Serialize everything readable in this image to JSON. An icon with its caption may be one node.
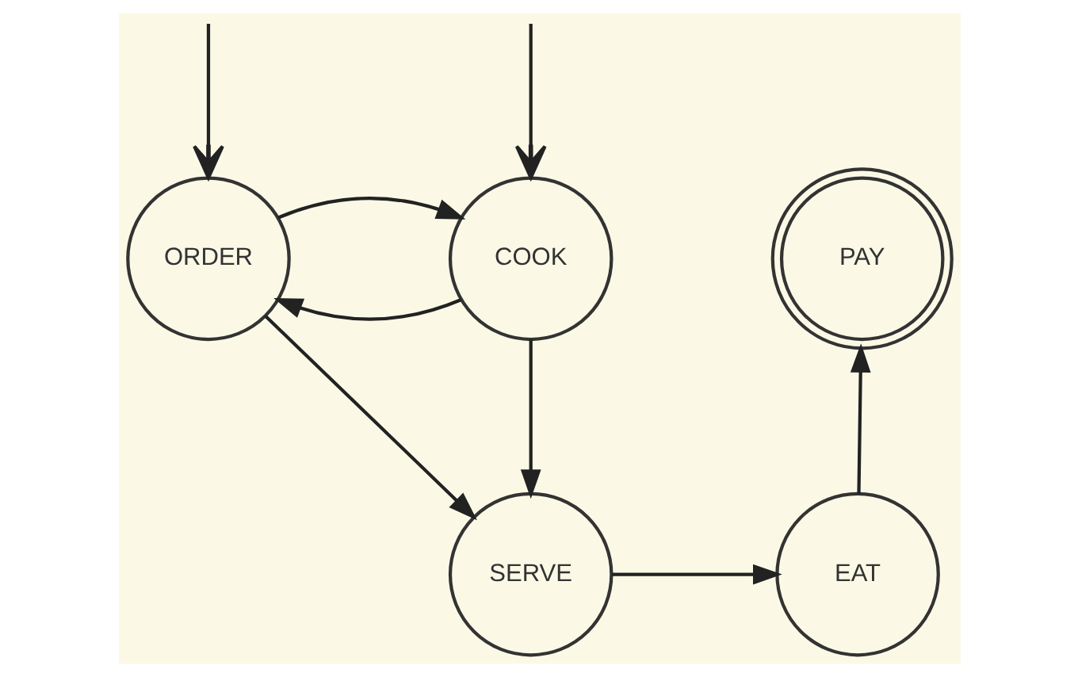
{
  "diagram": {
    "nodes": [
      {
        "text": [
          "COOK"
        ]
      },
      {
        "text": [
          "ORDER"
        ]
      },
      {
        "text": [
          "PAY"
        ]
      },
      {
        "text": [
          "SERVE"
        ]
      },
      {
        "text": [
          "EAT"
        ]
      }
    ],
    "edges": [
      {
        "from": null,
        "to": 0,
        "arrow": "to"
      },
      {
        "from": null,
        "to": 1,
        "arrow": "to"
      },
      {
        "from": 0,
        "to": 1,
        "arrow": "to"
      },
      {
        "from": 1,
        "to": 0,
        "arrow": "to"
      },
      {
        "from": 0,
        "to": 3,
        "arrow": "to"
      },
      {
        "from": 1,
        "to": 3,
        "arrow": "to"
      },
      {
        "from": 3,
        "to": 4,
        "arrow": "to"
      },
      {
        "from": 4,
        "to": 2,
        "arrow": "to"
      }
    ]
  }
}
